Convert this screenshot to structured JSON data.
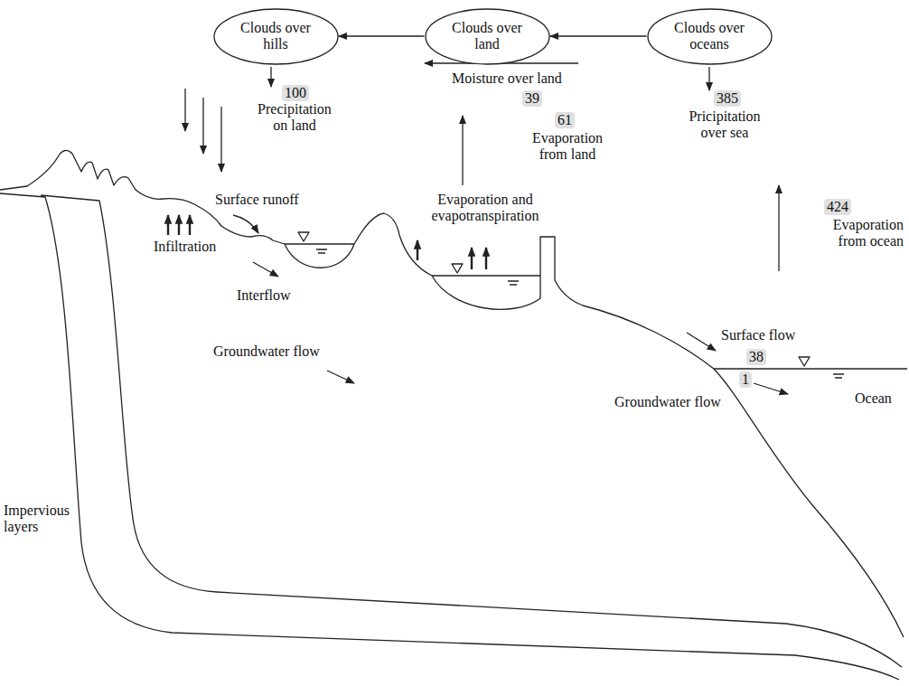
{
  "diagram": {
    "nodes": [
      {
        "text": [
          "Clouds over hills"
        ]
      },
      {
        "text": [
          "Clouds over land"
        ]
      },
      {
        "text": [
          "Clouds over oceans"
        ]
      }
    ],
    "edges": [
      {
        "from": 2,
        "to": 1,
        "arrow": "to"
      },
      {
        "from": 1,
        "to": 0,
        "arrow": "to"
      }
    ],
    "labels": [
      "100",
      "Precipitation on land",
      "Moisture over land",
      "39",
      "61",
      "Evaporation from land",
      "385",
      "Pricipitation over sea",
      "424",
      "Evaporation from ocean",
      "Surface runoff",
      "Infiltration",
      "Interflow",
      "Evaporation and evapotranspiration",
      "Groundwater flow",
      "Impervious layers",
      "Surface flow",
      "38",
      "1",
      "Groundwater flow",
      "Ocean"
    ]
  }
}
